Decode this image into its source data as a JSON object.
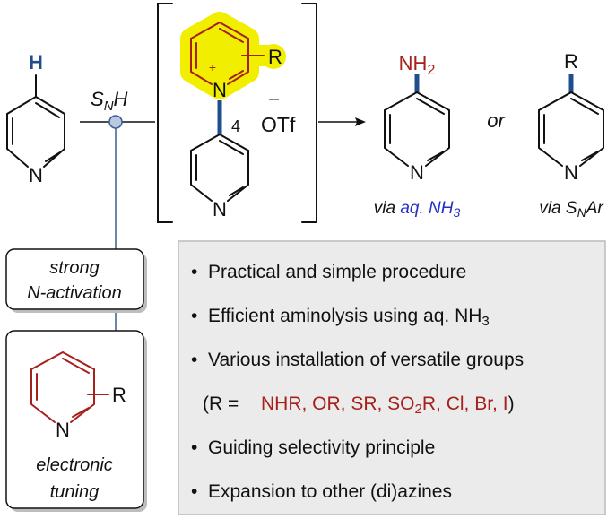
{
  "reactant": {
    "h": "H",
    "n": "N"
  },
  "step": {
    "s": "S",
    "sub": "N",
    "h": "H"
  },
  "intermediate": {
    "r": "R",
    "n_plus": "N",
    "charge_plus": "+",
    "n_lower": "N",
    "position": "4",
    "counter_charge": "–",
    "counter_ion": "OTf"
  },
  "products": [
    {
      "substituent": "NH",
      "substituent_sub": "2",
      "n": "N",
      "via": "via ",
      "reagent": "aq. NH",
      "reagent_sub": "3"
    },
    {
      "substituent": "R",
      "n": "N",
      "via": "via S",
      "via_sub": "N",
      "via_end": "Ar"
    }
  ],
  "or_label": "or",
  "activation_box": {
    "line1": "strong",
    "line2": "N-activation"
  },
  "tuning_box": {
    "r": "R",
    "n": "N",
    "line1": "electronic",
    "line2": "tuning"
  },
  "features": {
    "bullet": "•",
    "item1": "Practical and simple procedure",
    "item2": "Efficient aminolysis using aq. NH",
    "item2_sub": "3",
    "item3": "Various installation of versatile groups",
    "r_prefix": "(R = ",
    "r_groups_a": "NHR, OR, SR, SO",
    "r_groups_sub": "2",
    "r_groups_b": "R, Cl, Br, I",
    "r_suffix": ")",
    "item4": "Guiding selectivity principle",
    "item5": "Expansion to other (di)azines"
  },
  "colors": {
    "accent_red": "#a6201c",
    "bond_blue": "#1f4e8c",
    "text_blue": "#2430c0",
    "highlight": "#f2ee00",
    "box_grey": "#ebebeb"
  }
}
